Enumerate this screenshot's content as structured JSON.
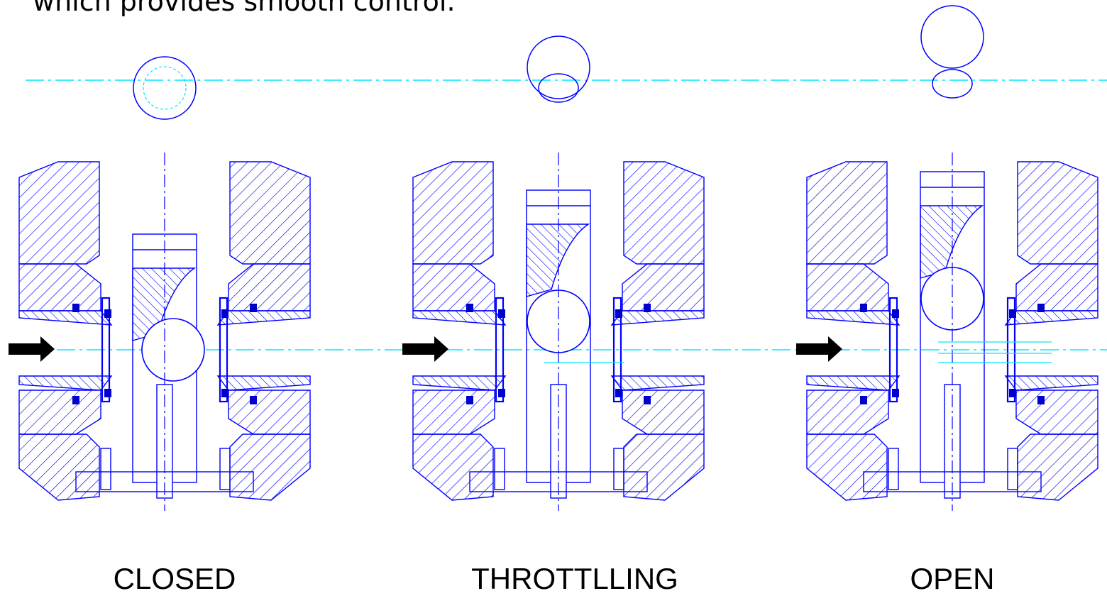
{
  "heading": {
    "text": "which provides smooth control."
  },
  "states": [
    {
      "label": "CLOSED",
      "ball_icon": "ball-closed-icon"
    },
    {
      "label": "THROTTLLING",
      "ball_icon": "ball-throttling-icon"
    },
    {
      "label": "OPEN",
      "ball_icon": "ball-open-icon"
    }
  ],
  "colors": {
    "outline": "#0000ff",
    "centerline": "#00e5ff",
    "seal": "#0000cc",
    "arrow": "#000000"
  },
  "icons": {
    "flow_arrow": "flow-arrow-icon",
    "ball": "ball-icon",
    "stem": "stem-icon",
    "seat": "seat-ring-icon"
  }
}
